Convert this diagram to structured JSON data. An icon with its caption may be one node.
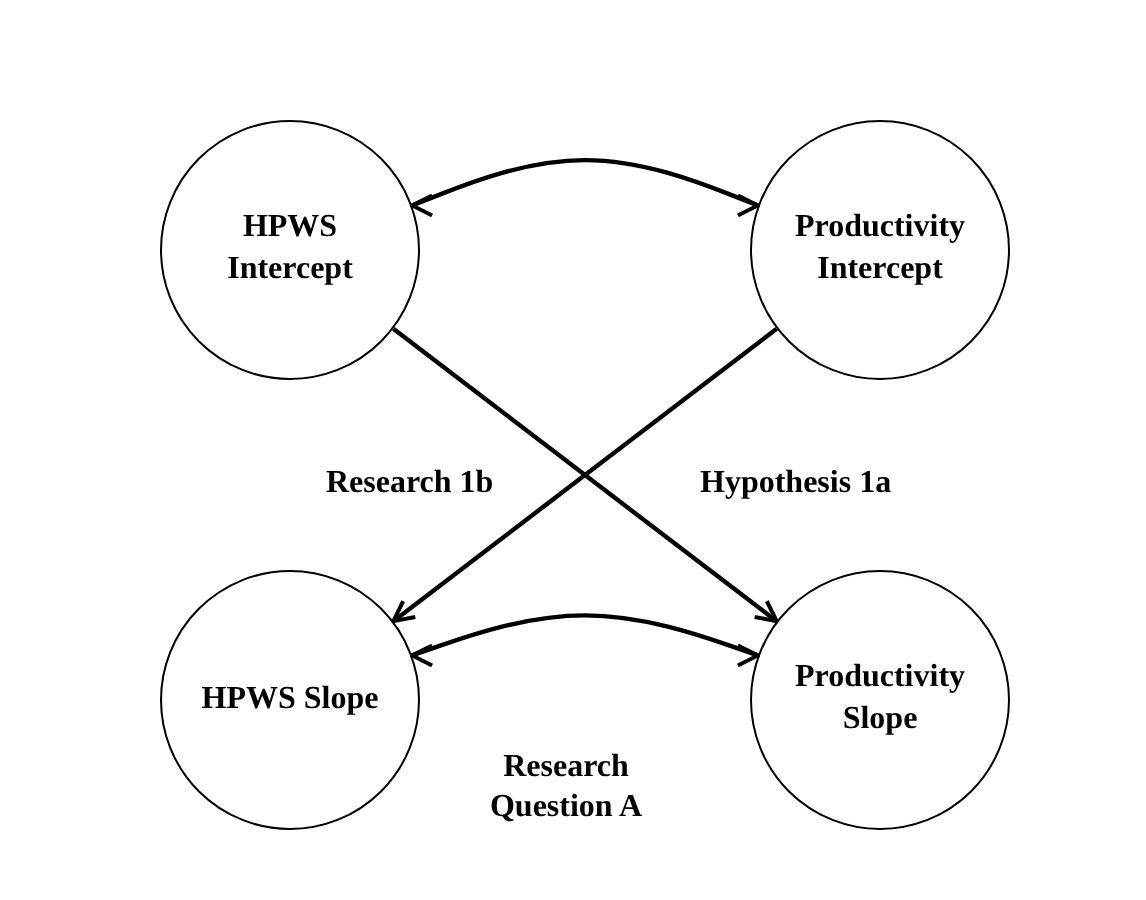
{
  "diagram": {
    "nodes": [
      {
        "text": [
          "HPWS Intercept"
        ]
      },
      {
        "text": [
          "Productivity Intercept"
        ]
      },
      {
        "text": [
          "HPWS Slope"
        ]
      },
      {
        "text": [
          "Productivity Slope"
        ]
      }
    ],
    "edges": [
      {
        "from": 0,
        "to": 1,
        "arrow": "both"
      },
      {
        "from": 0,
        "to": 3,
        "arrow": "to",
        "label": "Hypothesis 1a"
      },
      {
        "from": 1,
        "to": 2,
        "arrow": "to",
        "label": "Research 1b"
      },
      {
        "from": 2,
        "to": 3,
        "arrow": "both",
        "label": "Research Question A"
      }
    ]
  }
}
